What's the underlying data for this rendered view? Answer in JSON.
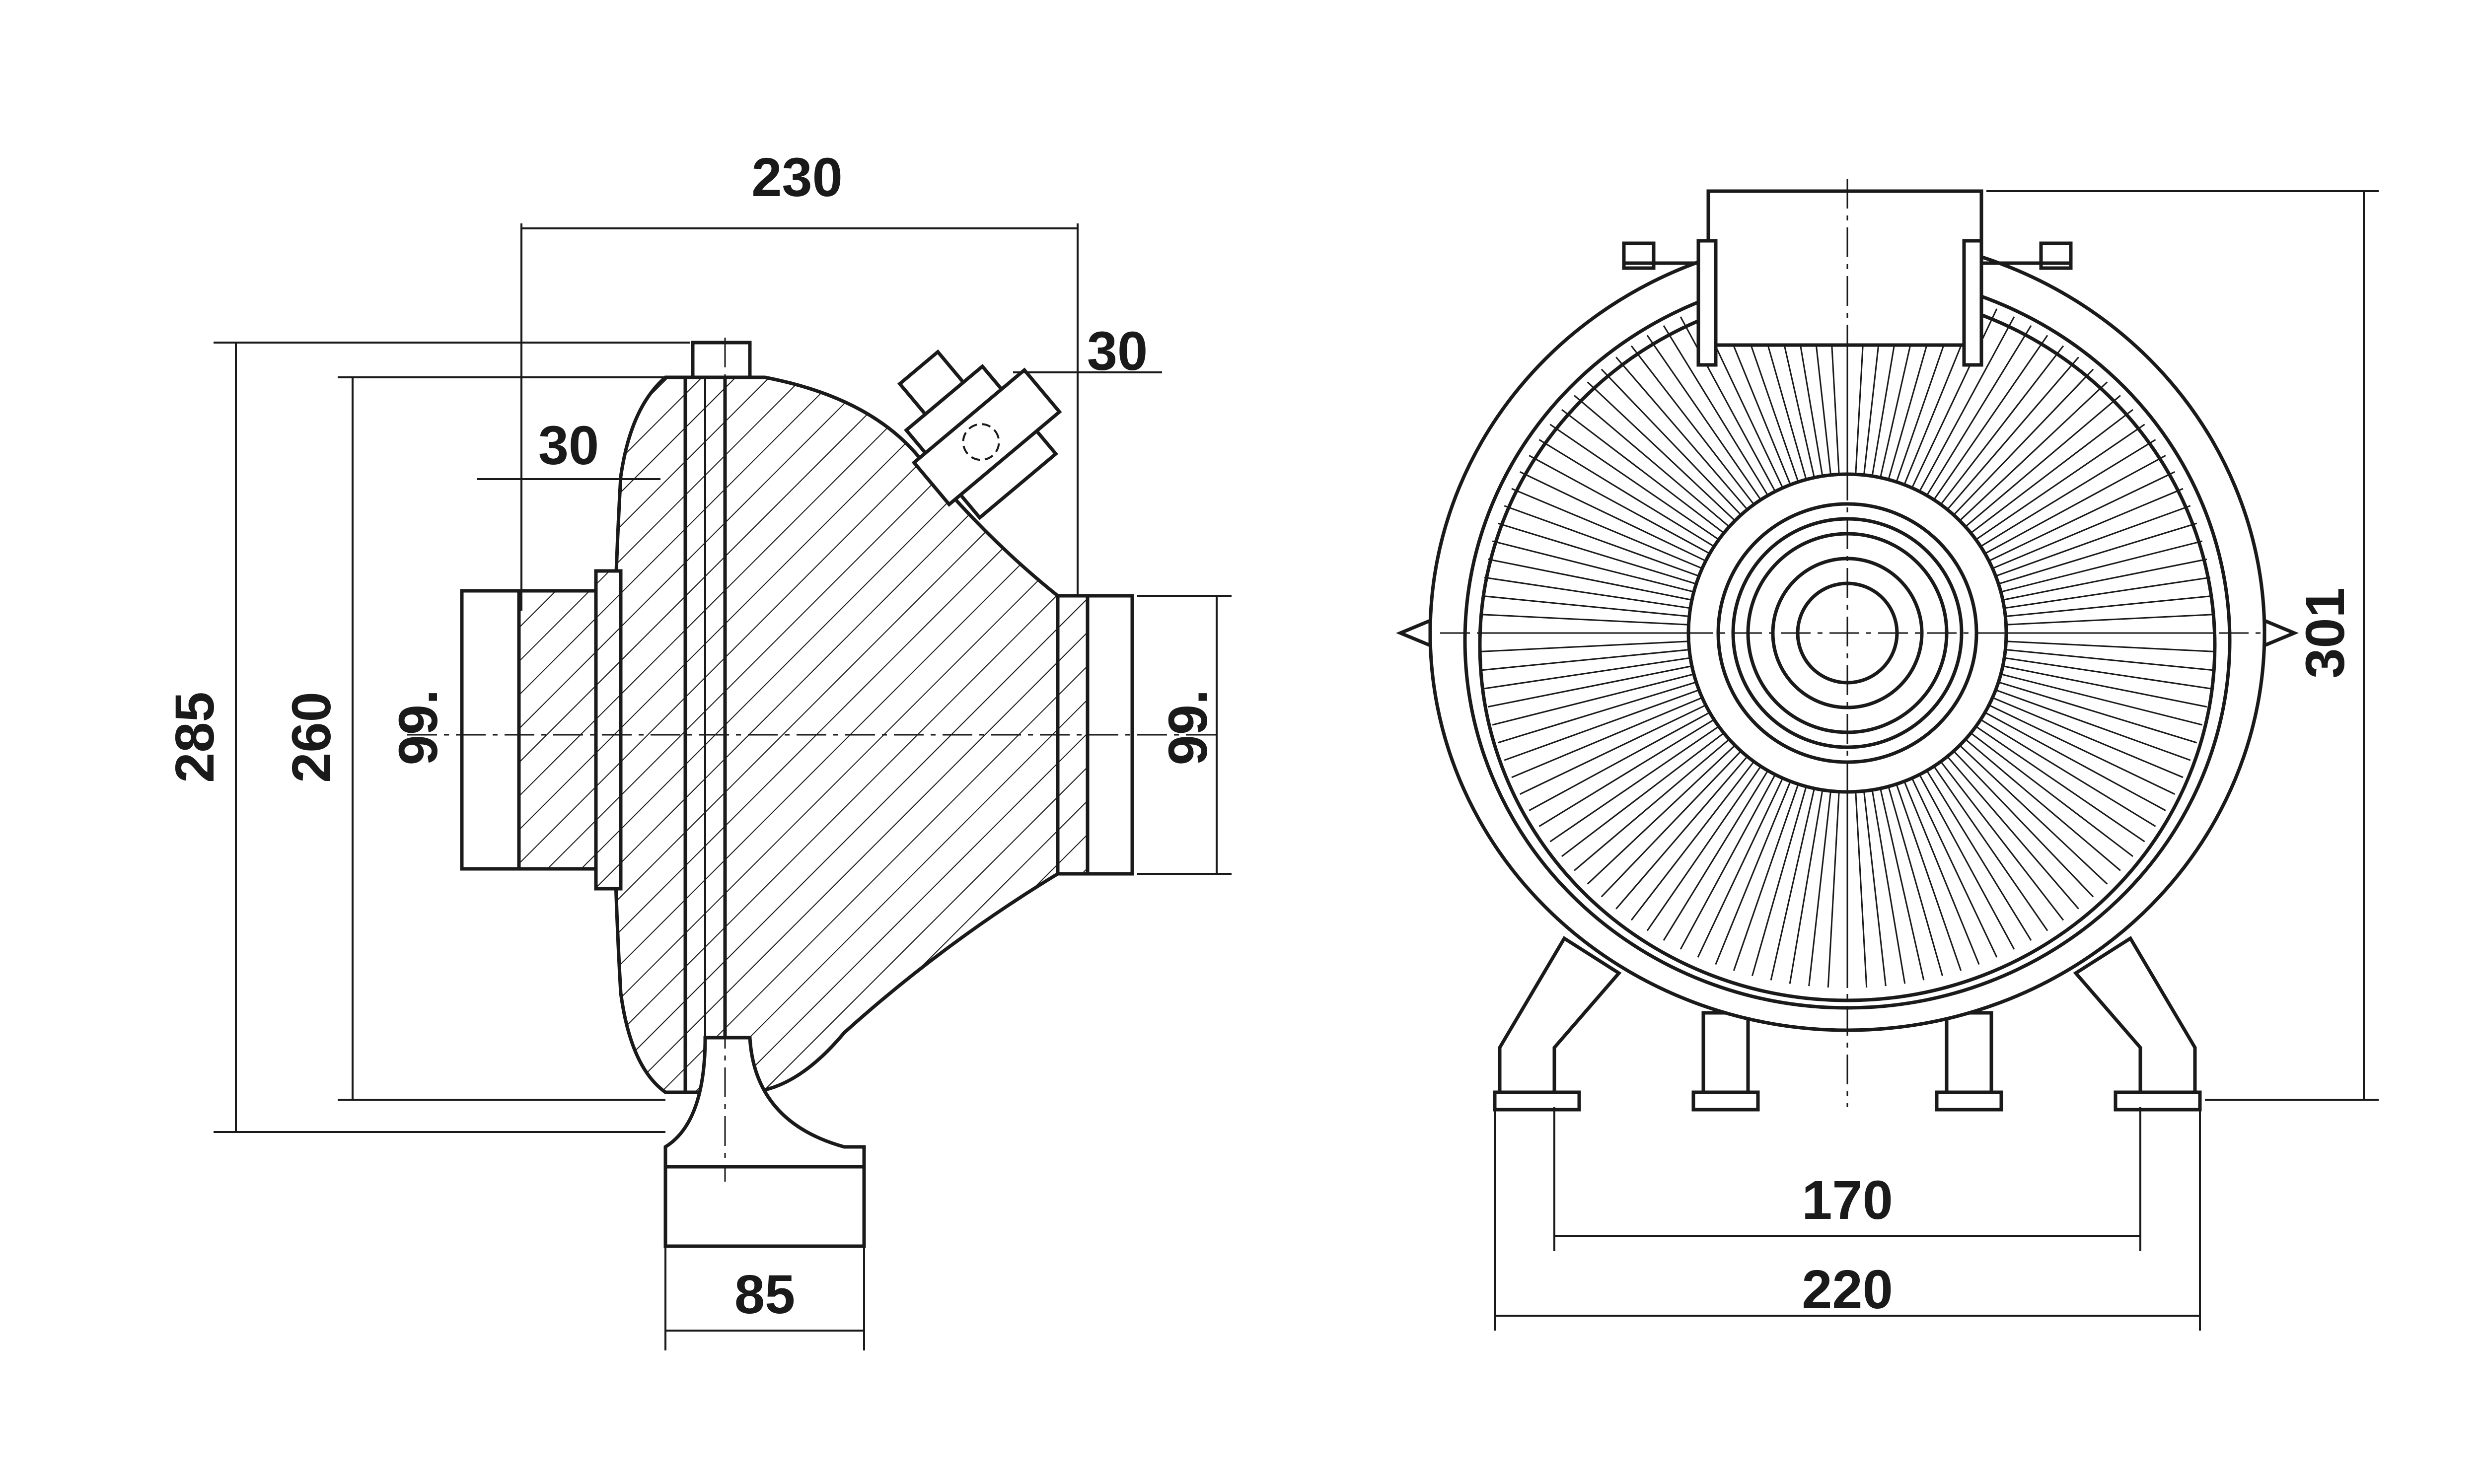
{
  "side_view": {
    "dim_overall_length": "230",
    "dim_inlet_nozzle": "30",
    "dim_front_flange": "30",
    "dim_total_height": "285",
    "dim_body_height": "260",
    "dim_inlet_diameter": "99.",
    "dim_outlet_diameter": "99.",
    "dim_foot_width": "85"
  },
  "front_view": {
    "dim_total_height": "301",
    "dim_base_inner": "170",
    "dim_base_outer": "220"
  }
}
